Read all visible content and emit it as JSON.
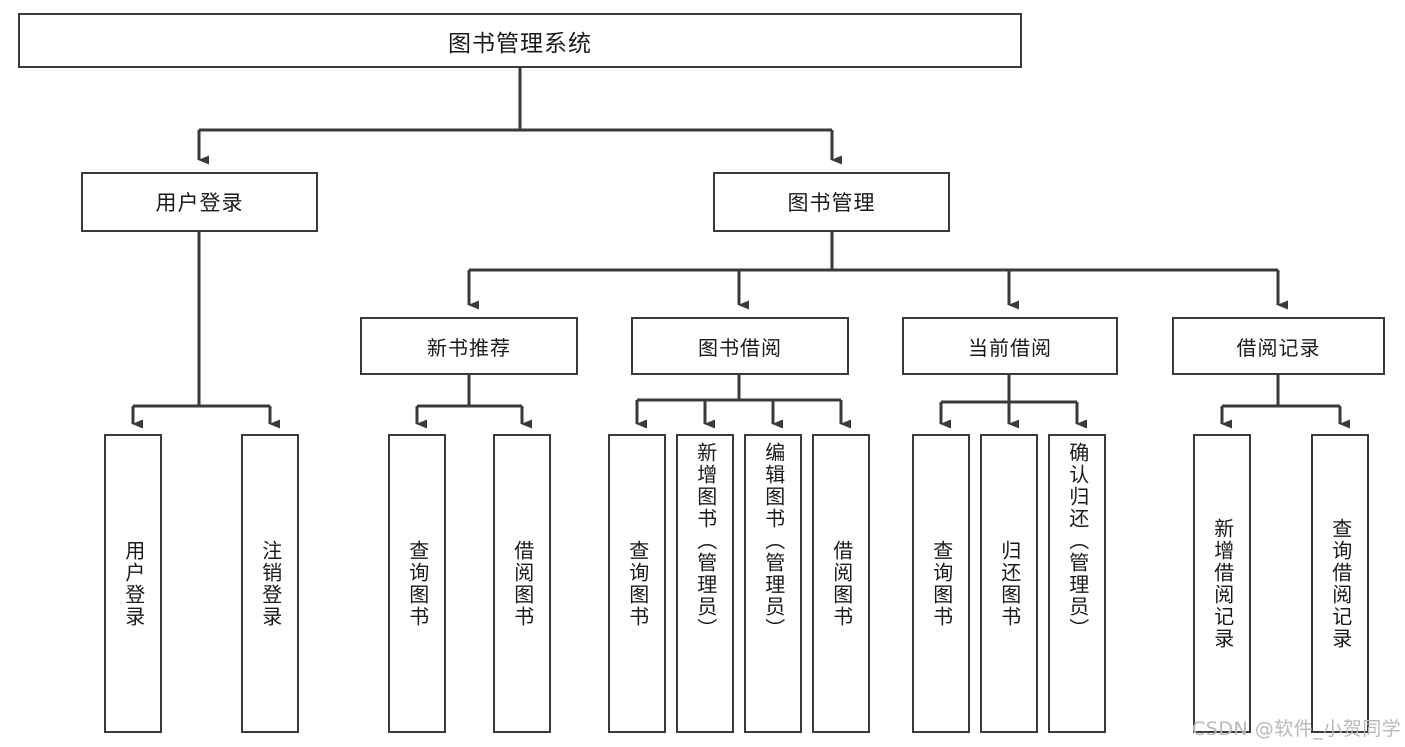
{
  "diagram": {
    "type": "tree-hierarchy",
    "title": "图书管理系统",
    "orientation": "top-down",
    "colors": {
      "background": "#ffffff",
      "box_border": "#3a3a3a",
      "box_fill": "#ffffff",
      "edge": "#3a3a3a",
      "text": "#1a1a1a",
      "watermark": "#b9b9b9"
    },
    "root": {
      "label": "图书管理系统"
    },
    "level1": [
      {
        "id": "user-login",
        "label": "用户登录"
      },
      {
        "id": "book-management",
        "label": "图书管理"
      }
    ],
    "level2": [
      {
        "id": "new-book-recommend",
        "label": "新书推荐",
        "parent": "book-management"
      },
      {
        "id": "book-borrow",
        "label": "图书借阅",
        "parent": "book-management"
      },
      {
        "id": "current-borrow",
        "label": "当前借阅",
        "parent": "book-management"
      },
      {
        "id": "borrow-record",
        "label": "借阅记录",
        "parent": "book-management"
      }
    ],
    "leaves": [
      {
        "id": "leaf-user-login",
        "label": "用户登录",
        "parent": "user-login"
      },
      {
        "id": "leaf-logout-login",
        "label": "注销登录",
        "parent": "user-login"
      },
      {
        "id": "leaf-query-book-1",
        "label": "查询图书",
        "parent": "new-book-recommend"
      },
      {
        "id": "leaf-borrow-book-1",
        "label": "借阅图书",
        "parent": "new-book-recommend"
      },
      {
        "id": "leaf-query-book-2",
        "label": "查询图书",
        "parent": "book-borrow"
      },
      {
        "id": "leaf-add-book",
        "label": "新增图书（管理员）",
        "parent": "book-borrow"
      },
      {
        "id": "leaf-edit-book",
        "label": "编辑图书（管理员）",
        "parent": "book-borrow"
      },
      {
        "id": "leaf-borrow-book-2",
        "label": "借阅图书",
        "parent": "book-borrow"
      },
      {
        "id": "leaf-query-book-3",
        "label": "查询图书",
        "parent": "current-borrow"
      },
      {
        "id": "leaf-return-book",
        "label": "归还图书",
        "parent": "current-borrow"
      },
      {
        "id": "leaf-confirm-return",
        "label": "确认归还（管理员）",
        "parent": "current-borrow"
      },
      {
        "id": "leaf-add-record",
        "label": "新增借阅记录",
        "parent": "borrow-record"
      },
      {
        "id": "leaf-query-record",
        "label": "查询借阅记录",
        "parent": "borrow-record"
      }
    ]
  },
  "watermark": {
    "text": "CSDN @软件_小贺同学"
  }
}
